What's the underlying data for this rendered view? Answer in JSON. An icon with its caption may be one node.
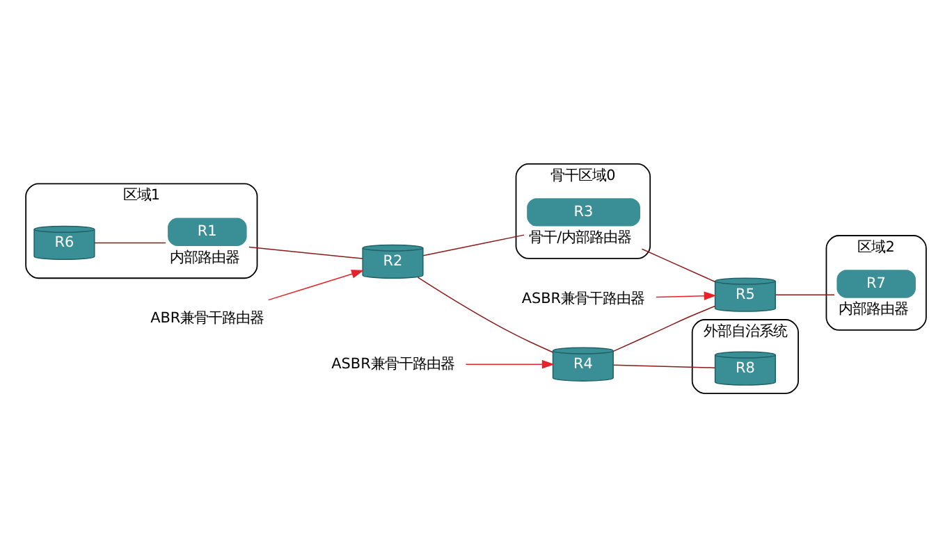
{
  "diagram": {
    "nodes": [
      {
        "text": [
          "区域1"
        ]
      },
      {
        "text": [
          "R6"
        ],
        "in": 0
      },
      {
        "text": [
          "R1"
        ],
        "in": 0,
        "beside": [
          "内部路由器"
        ]
      },
      {
        "text": [
          "ABR兼骨干路由器"
        ]
      },
      {
        "text": [
          "R2"
        ]
      },
      {
        "text": [
          "骨干区域0"
        ]
      },
      {
        "text": [
          "R3"
        ],
        "in": 5,
        "beside": [
          "骨干/内部路由器"
        ]
      },
      {
        "text": [
          "区域2"
        ]
      },
      {
        "text": [
          "ASBR兼骨干路由器"
        ]
      },
      {
        "text": [
          "R5"
        ]
      },
      {
        "text": [
          "R7"
        ],
        "in": 7,
        "beside": [
          "内部路由器"
        ]
      },
      {
        "text": [
          "ASBR兼骨干路由器"
        ]
      },
      {
        "text": [
          "R4"
        ]
      },
      {
        "text": [
          "外部自治系统"
        ]
      },
      {
        "text": [
          "R8"
        ],
        "in": 13
      }
    ],
    "edges": [
      {
        "from": 1,
        "to": 2,
        "arrow": "none"
      },
      {
        "from": 2,
        "to": 4,
        "arrow": "none"
      },
      {
        "from": 4,
        "to": 6,
        "arrow": "none"
      },
      {
        "from": 4,
        "to": 12,
        "arrow": "none"
      },
      {
        "from": 6,
        "to": 9,
        "arrow": "none"
      },
      {
        "from": 12,
        "to": 9,
        "arrow": "none"
      },
      {
        "from": 9,
        "to": 10,
        "arrow": "none"
      },
      {
        "from": 12,
        "to": 14,
        "arrow": "none"
      },
      {
        "from": 3,
        "to": 4,
        "arrow": "to",
        "color": "#e8222a"
      },
      {
        "from": 8,
        "to": 9,
        "arrow": "to",
        "color": "#e8222a"
      },
      {
        "from": 11,
        "to": 12,
        "arrow": "to",
        "color": "#e8222a"
      }
    ]
  }
}
